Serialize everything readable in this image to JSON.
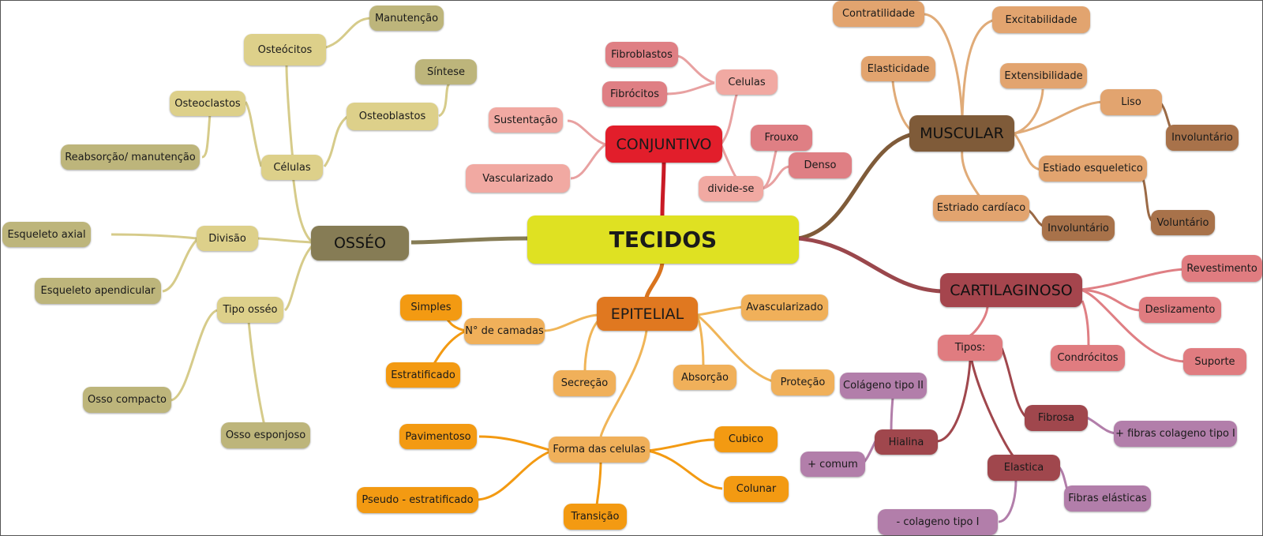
{
  "colors": {
    "center": "#dfe122",
    "osseo_main": "#867c55",
    "osseo_node": "#ddd08a",
    "osseo_leaf": "#bdb57b",
    "osseo_line": "#cfc384",
    "conj_main": "#e21e2b",
    "conj_node": "#f1a9a2",
    "conj_leaf": "#df7f84",
    "conj_line": "#e59a9a",
    "musc_main": "#7f5b39",
    "musc_node": "#e2a46f",
    "musc_leaf": "#a8724a",
    "musc_line": "#dba26b",
    "cart_main": "#a5454d",
    "cart_node": "#e07c80",
    "cart_leaf": "#a0474d",
    "cart_purple": "#b27eaa",
    "epit_main": "#e07820",
    "epit_node": "#f0b05a",
    "epit_leaf": "#f39a12"
  },
  "center": "TECIDOS",
  "osseo": {
    "title": "OSSÉO",
    "celulas": "Células",
    "osteocitos": "Osteócitos",
    "manutencao": "Manutenção",
    "osteoclastos": "Osteoclastos",
    "reabsorcao": "Reabsorção/ manutenção",
    "osteoblastos": "Osteoblastos",
    "sintese": "Síntese",
    "divisao": "Divisão",
    "esqueleto_axial": "Esqueleto axial",
    "esqueleto_apendicular": "Esqueleto apendicular",
    "tipo_osseo": "Tipo osséo",
    "osso_compacto": "Osso compacto",
    "osso_esponjoso": "Osso esponjoso"
  },
  "conjuntivo": {
    "title": "CONJUNTIVO",
    "celulas": "Celulas",
    "fibroblastos": "Fibroblastos",
    "fibrocitos": "Fibrócitos",
    "sustentacao": "Sustentação",
    "vascularizado": "Vascularizado",
    "divide_se": "divide-se",
    "frouxo": "Frouxo",
    "denso": "Denso"
  },
  "muscular": {
    "title": "MUSCULAR",
    "contratilidade": "Contratilidade",
    "excitabilidade": "Excitabilidade",
    "elasticidade": "Elasticidade",
    "extensibilidade": "Extensibilidade",
    "liso": "Liso",
    "involuntario_liso": "Involuntário",
    "estriado_esqueletico": "Estiado esqueletico",
    "voluntario": "Voluntário",
    "estriado_cardiaco": "Estriado cardíaco",
    "involuntario_cardiaco": "Involuntário"
  },
  "cartilaginoso": {
    "title": "CARTILAGINOSO",
    "revestimento": "Revestimento",
    "deslizamento": "Deslizamento",
    "suporte": "Suporte",
    "condrocitos": "Condrócitos",
    "tipos": "Tipos:",
    "fibrosa": "Fibrosa",
    "fibras_colageno_i": "+ fibras colageno tipo I",
    "hialina": "Hialina",
    "colageno_ii": "Colágeno tipo II",
    "comum": "+ comum",
    "elastica": "Elastica",
    "fibras_elasticas": "Fibras elásticas",
    "menos_colageno_i": "- colageno tipo I"
  },
  "epitelial": {
    "title": "EPITELIAL",
    "n_camadas": "N° de camadas",
    "simples": "Simples",
    "estratificado": "Estratificado",
    "avascularizado": "Avascularizado",
    "secrecao": "Secreção",
    "absorcao": "Absorção",
    "protecao": "Proteção",
    "forma_celulas": "Forma das celulas",
    "pavimentoso": "Pavimentoso",
    "pseudo": "Pseudo - estratificado",
    "transicao": "Transição",
    "cubico": "Cubico",
    "colunar": "Colunar"
  }
}
